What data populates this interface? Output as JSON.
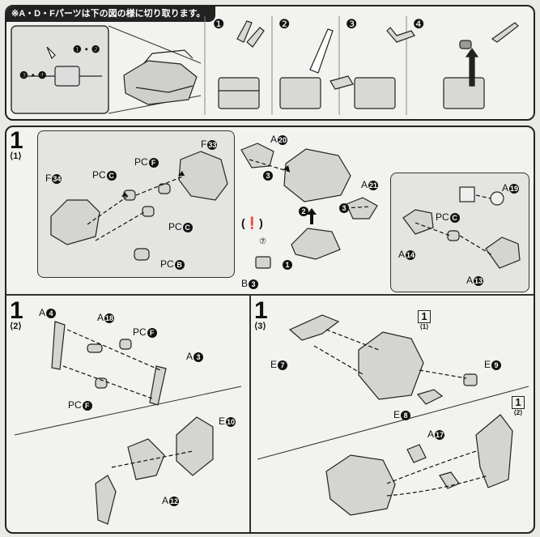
{
  "top": {
    "banner": "※A・D・Fパーツは下の図の様に切り取ります。",
    "inset_labels": {
      "a": "❶・❷",
      "b": "❸・❹"
    },
    "steps": [
      "❶",
      "❷",
      "❸",
      "❹"
    ]
  },
  "step1": {
    "number": "1",
    "tag": "⟨1⟩",
    "labels": {
      "f33_prefix": "F",
      "f33_num": "33",
      "f34_prefix": "F",
      "f34_num": "34",
      "pcf": "PC",
      "pcf_num": "F",
      "pcc1": "PC",
      "pcc1_num": "C",
      "pcc2": "PC",
      "pcc2_num": "C",
      "pcb": "PC",
      "pcb_num": "B",
      "a20": "A",
      "a20_num": "20",
      "a21": "A",
      "a21_num": "21",
      "b3": "B",
      "b3_num": "3",
      "notice": "(❗)",
      "seal": "⑦",
      "a19": "A",
      "a19_num": "19",
      "pcc3": "PC",
      "pcc3_num": "C",
      "a14": "A",
      "a14_num": "14",
      "a13": "A",
      "a13_num": "13",
      "arrow1": "1",
      "arrow2": "2",
      "arrow3a": "3",
      "arrow3b": "3"
    }
  },
  "step2": {
    "number": "1",
    "tag": "⟨2⟩",
    "labels": {
      "a4": "A",
      "a4_num": "4",
      "a18": "A",
      "a18_num": "18",
      "pcf1": "PC",
      "pcf1_num": "F",
      "a3": "A",
      "a3_num": "3",
      "pcf2": "PC",
      "pcf2_num": "F",
      "e10": "E",
      "e10_num": "10",
      "a12": "A",
      "a12_num": "12"
    }
  },
  "step3": {
    "number": "1",
    "tag": "⟨3⟩",
    "labels": {
      "e7": "E",
      "e7_num": "7",
      "e9": "E",
      "e9_num": "9",
      "e8": "E",
      "e8_num": "8",
      "a17": "A",
      "a17_num": "17"
    },
    "refs": [
      {
        "n": "1",
        "s": "⟨1⟩"
      },
      {
        "n": "1",
        "s": "⟨2⟩"
      }
    ]
  }
}
